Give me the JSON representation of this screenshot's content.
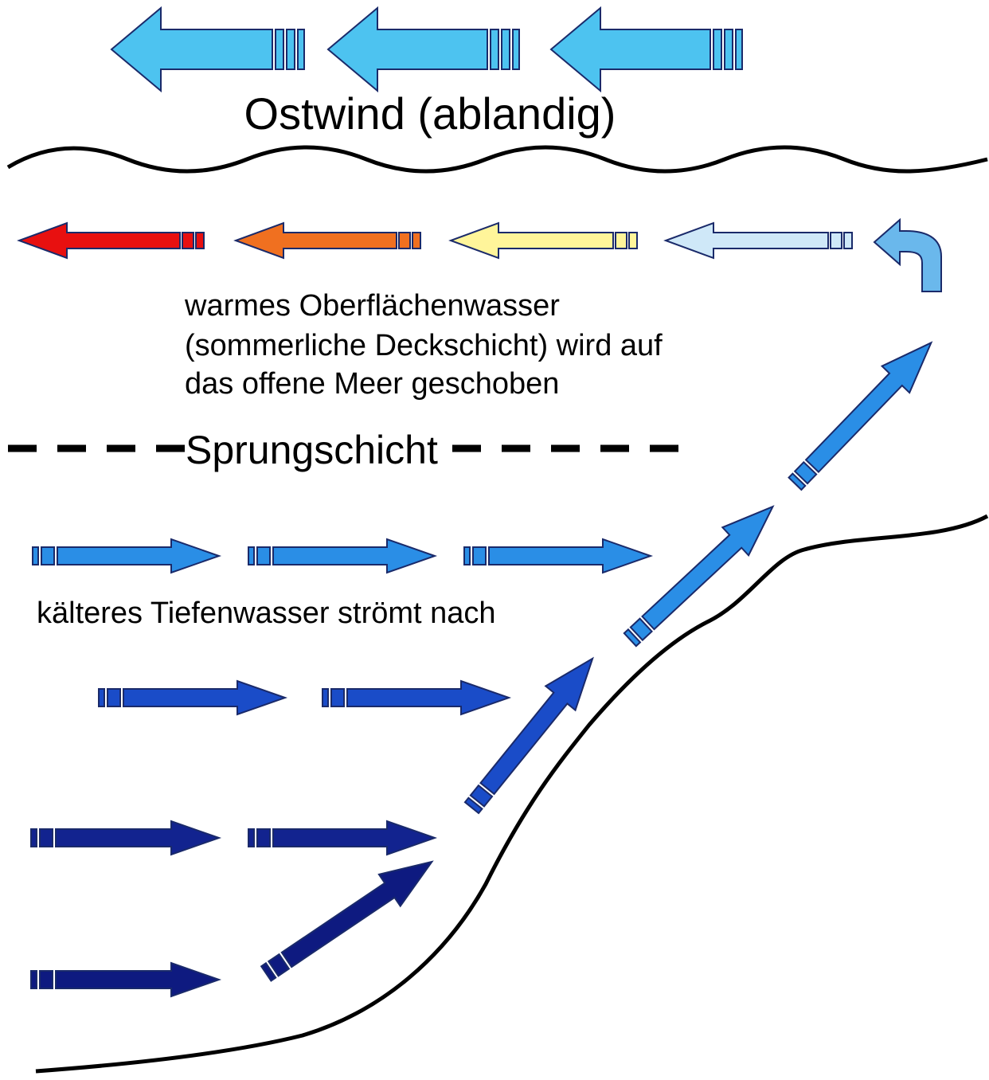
{
  "wind": {
    "label": "Ostwind (ablandig)",
    "direction": "west",
    "color": "#4dc3f0"
  },
  "surface": {
    "label_lines": [
      "warmes Oberflächenwasser",
      "(sommerliche Deckschicht) wird auf",
      "das offene Meer geschoben"
    ],
    "direction": "west",
    "gradient_colors": [
      "#e81010",
      "#f07020",
      "#fff59a",
      "#cfe8f8"
    ],
    "turn_arrow_color": "#6ab8ec"
  },
  "thermocline": {
    "label": "Sprungschicht"
  },
  "deep_water": {
    "label": "kälteres Tiefenwasser strömt nach",
    "direction": "east",
    "layer_colors": [
      "#2a8ee6",
      "#1a4cc8",
      "#12238f",
      "#0e1a80"
    ]
  },
  "upwelling": {
    "direction": "up-slope",
    "colors": [
      "#2a8ee6",
      "#2a8ee6",
      "#1a4cc8",
      "#0e1a80"
    ]
  },
  "colors": {
    "outline": "#1a2a6a",
    "line": "#000000"
  }
}
